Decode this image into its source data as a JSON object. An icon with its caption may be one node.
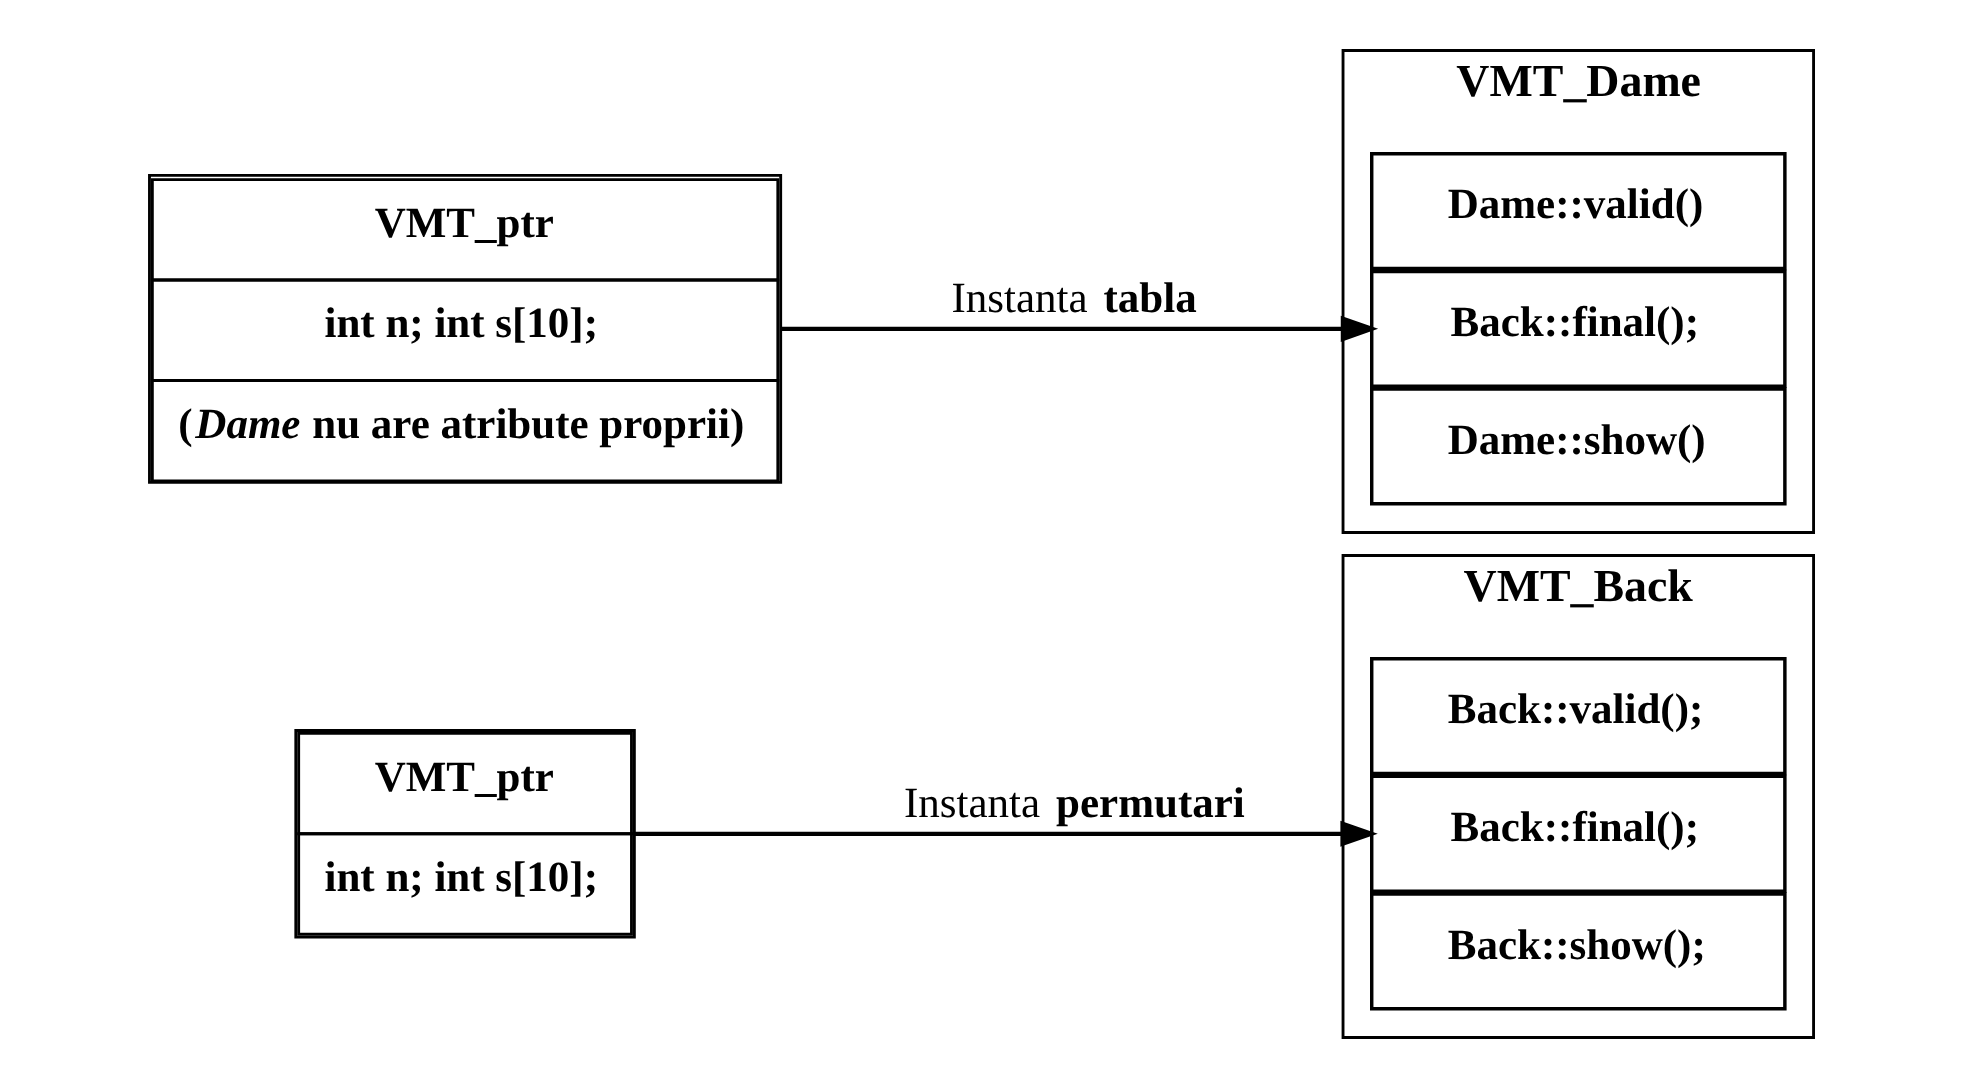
{
  "diagram": {
    "nodes": [
      {
        "text": [
          "VMT_Back"
        ]
      },
      {
        "text": [
          "Back::valid();"
        ],
        "in": 0
      },
      {
        "text": [
          "Back::final();"
        ],
        "in": 0
      },
      {
        "text": [
          "Back::show();"
        ],
        "in": 0
      },
      {
        "text": [
          "VMT_Dame"
        ]
      },
      {
        "text": [
          "Dame::valid()"
        ],
        "in": 4
      },
      {
        "text": [
          "Back::final();"
        ],
        "in": 4
      },
      {
        "text": [
          "Dame::show()"
        ],
        "in": 4
      },
      {
        "text": [
          "VMT_ptr",
          "int n; int s[10];"
        ]
      },
      {
        "text": [
          "VMT_ptr",
          "int n; int s[10];",
          "(*Dame* nu are atribute proprii)"
        ]
      }
    ],
    "edges": [
      {
        "from": 8,
        "to": 2,
        "arrow": "to",
        "label": "Instanta **permutari**"
      },
      {
        "from": 9,
        "to": 6,
        "arrow": "to",
        "label": "Instanta **tabla**"
      }
    ]
  }
}
